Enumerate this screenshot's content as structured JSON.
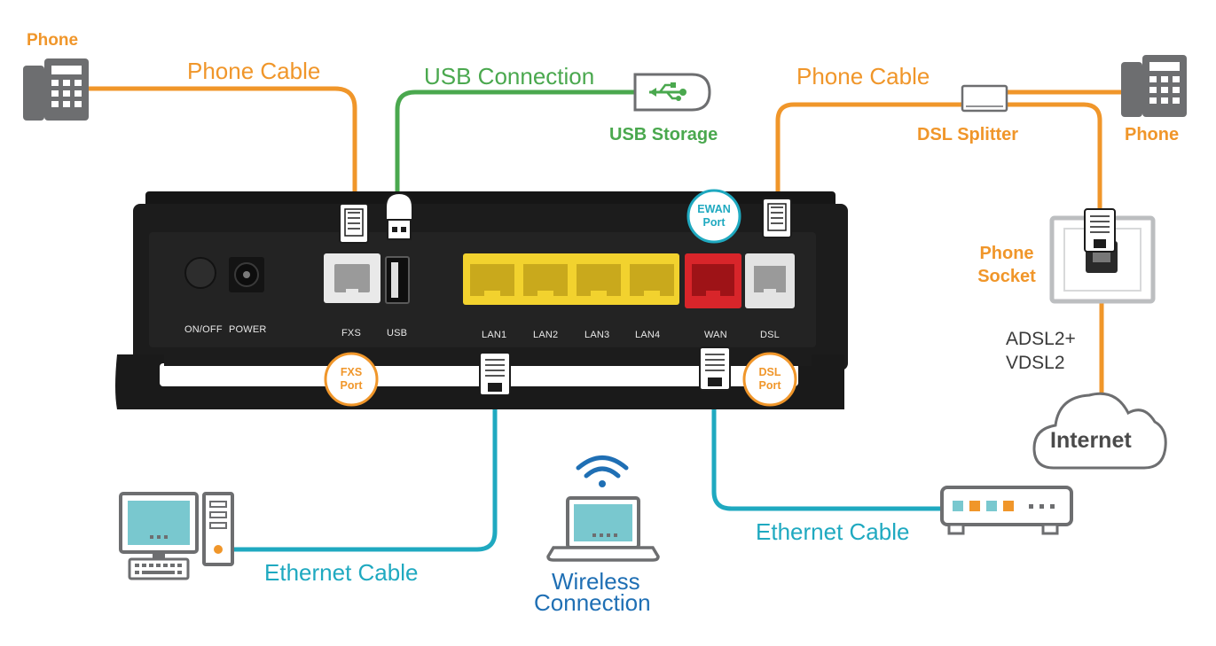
{
  "labels": {
    "phone_left": "Phone",
    "phone_cable_left": "Phone Cable",
    "usb_connection": "USB Connection",
    "usb_storage": "USB Storage",
    "phone_cable_right": "Phone Cable",
    "dsl_splitter": "DSL Splitter",
    "phone_right": "Phone",
    "phone_socket": "Phone Socket",
    "adsl": "ADSL2+",
    "vdsl": "VDSL2",
    "internet": "Internet",
    "ethernet_cable_left": "Ethernet Cable",
    "wireless_line1": "Wireless",
    "wireless_line2": "Connection",
    "ethernet_cable_right": "Ethernet Cable"
  },
  "badges": {
    "ewan": [
      "EWAN",
      "Port"
    ],
    "fxs": [
      "FXS",
      "Port"
    ],
    "dsl": [
      "DSL",
      "Port"
    ]
  },
  "router_ports": {
    "onoff": "ON/OFF",
    "power": "POWER",
    "fxs": "FXS",
    "usb": "USB",
    "lan1": "LAN1",
    "lan2": "LAN2",
    "lan3": "LAN3",
    "lan4": "LAN4",
    "wan": "WAN",
    "dsl": "DSL"
  },
  "colors": {
    "phone_cable": "#f0962a",
    "usb_cable": "#4aa84e",
    "ethernet_cable": "#1fa9c0",
    "wireless": "#1f6fb4",
    "router_body": "#1c1c1c",
    "lan_port": "#f2d22e",
    "wan_port": "#d8252a",
    "device_gray": "#6d6e70",
    "screen": "#79c8cf"
  },
  "icons": [
    "phone-icon",
    "usb-storage-icon",
    "dsl-splitter-icon",
    "phone-socket-icon",
    "internet-cloud-icon",
    "desktop-computer-icon",
    "laptop-icon",
    "wifi-icon",
    "network-switch-icon",
    "rj11-connector-icon",
    "rj45-connector-icon",
    "usb-connector-icon"
  ]
}
